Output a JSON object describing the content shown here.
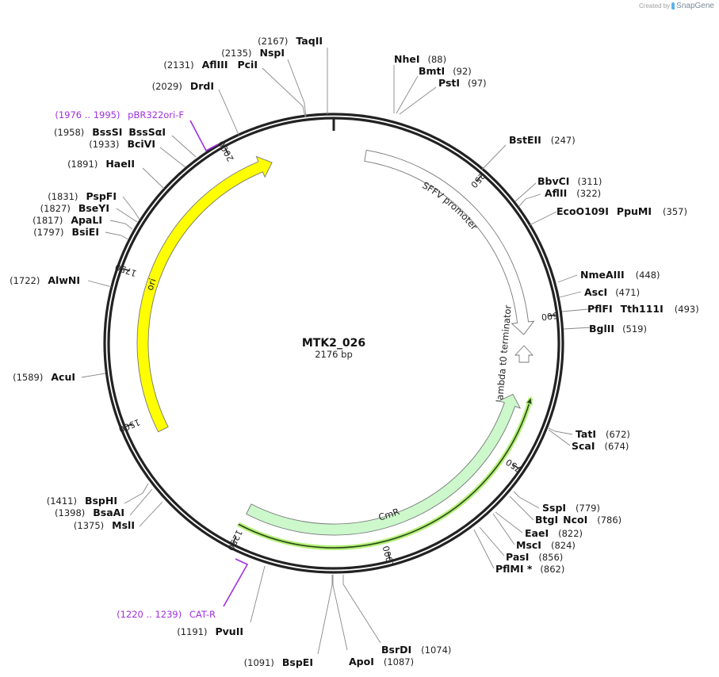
{
  "watermark": {
    "prefix": "Created by",
    "brand": "SnapGene"
  },
  "plasmid": {
    "name": "MTK2_026",
    "length_label": "2176 bp",
    "length_bp": 2176
  },
  "colors": {
    "backbone": "#222222",
    "ori": "#ffff00",
    "cmr": "#ccf8cc",
    "cmr_orf_glow": "#b6f07a",
    "primer": "#a030e0",
    "leader": "#888888"
  },
  "ticks": [
    {
      "bp": 250,
      "label": "250"
    },
    {
      "bp": 500,
      "label": "500"
    },
    {
      "bp": 750,
      "label": "750"
    },
    {
      "bp": 1000,
      "label": "1000"
    },
    {
      "bp": 1250,
      "label": "1250"
    },
    {
      "bp": 1500,
      "label": "1500"
    },
    {
      "bp": 1750,
      "label": "1750"
    },
    {
      "bp": 2000,
      "label": "2000"
    }
  ],
  "features": [
    {
      "name": "SFFV promoter",
      "type": "promoter",
      "start": 58,
      "end": 528,
      "direction": "forward"
    },
    {
      "name": "lambda t0 terminator",
      "type": "terminator",
      "start": 545,
      "end": 580,
      "direction": "reverse"
    },
    {
      "name": "CmR",
      "type": "CDS",
      "start": 640,
      "end": 1252,
      "direction": "reverse"
    },
    {
      "name": "ori",
      "type": "rep_origin",
      "start": 1470,
      "end": 2062,
      "direction": "forward"
    }
  ],
  "primers": [
    {
      "name": "pBR322ori-F",
      "range": "(1976 .. 1995)"
    },
    {
      "name": "CAT-R",
      "range": "(1220 .. 1239)"
    }
  ],
  "sites_right": [
    {
      "name": "NheI",
      "pos": "(88)"
    },
    {
      "name": "BmtI",
      "pos": "(92)"
    },
    {
      "name": "PstI",
      "pos": "(97)"
    },
    {
      "name": "BstEII",
      "pos": "(247)"
    },
    {
      "name": "BbvCI",
      "pos": "(311)"
    },
    {
      "name": "AflII",
      "pos": "(322)"
    },
    {
      "name": "EcoO109I",
      "name2": "PpuMI",
      "pos": "(357)"
    },
    {
      "name": "NmeAIII",
      "pos": "(448)"
    },
    {
      "name": "AscI",
      "pos": "(471)"
    },
    {
      "name": "PflFI",
      "name2": "Tth111I",
      "pos": "(493)"
    },
    {
      "name": "BglII",
      "pos": "(519)"
    },
    {
      "name": "TatI",
      "pos": "(672)"
    },
    {
      "name": "ScaI",
      "pos": "(674)"
    },
    {
      "name": "SspI",
      "pos": "(779)"
    },
    {
      "name": "BtgI",
      "name2": "NcoI",
      "pos": "(786)"
    },
    {
      "name": "EaeI",
      "pos": "(822)"
    },
    {
      "name": "MscI",
      "pos": "(824)"
    },
    {
      "name": "PasI",
      "pos": "(856)"
    },
    {
      "name": "PflMI *",
      "pos": "(862)"
    },
    {
      "name": "BsrDI",
      "pos": "(1074)"
    },
    {
      "name": "ApoI",
      "pos": "(1087)"
    }
  ],
  "sites_left": [
    {
      "name": "BspEI",
      "pos": "(1091)"
    },
    {
      "name": "PvuII",
      "pos": "(1191)"
    },
    {
      "name": "MslI",
      "pos": "(1375)"
    },
    {
      "name": "BsaAI",
      "pos": "(1398)"
    },
    {
      "name": "BspHI",
      "pos": "(1411)"
    },
    {
      "name": "AcuI",
      "pos": "(1589)"
    },
    {
      "name": "AlwNI",
      "pos": "(1722)"
    },
    {
      "name": "BsiEI",
      "pos": "(1797)"
    },
    {
      "name": "ApaLI",
      "pos": "(1817)"
    },
    {
      "name": "BseYI",
      "pos": "(1827)"
    },
    {
      "name": "PspFI",
      "pos": "(1831)"
    },
    {
      "name": "HaeII",
      "pos": "(1891)"
    },
    {
      "name": "BciVI",
      "pos": "(1933)"
    },
    {
      "name": "BssSI",
      "name2": "BssSαI",
      "pos": "(1958)"
    },
    {
      "name": "DrdI",
      "pos": "(2029)"
    },
    {
      "name": "AflIII",
      "name2": "PciI",
      "pos": "(2131)"
    },
    {
      "name": "NspI",
      "pos": "(2135)"
    },
    {
      "name": "TaqII",
      "pos": "(2167)"
    }
  ]
}
